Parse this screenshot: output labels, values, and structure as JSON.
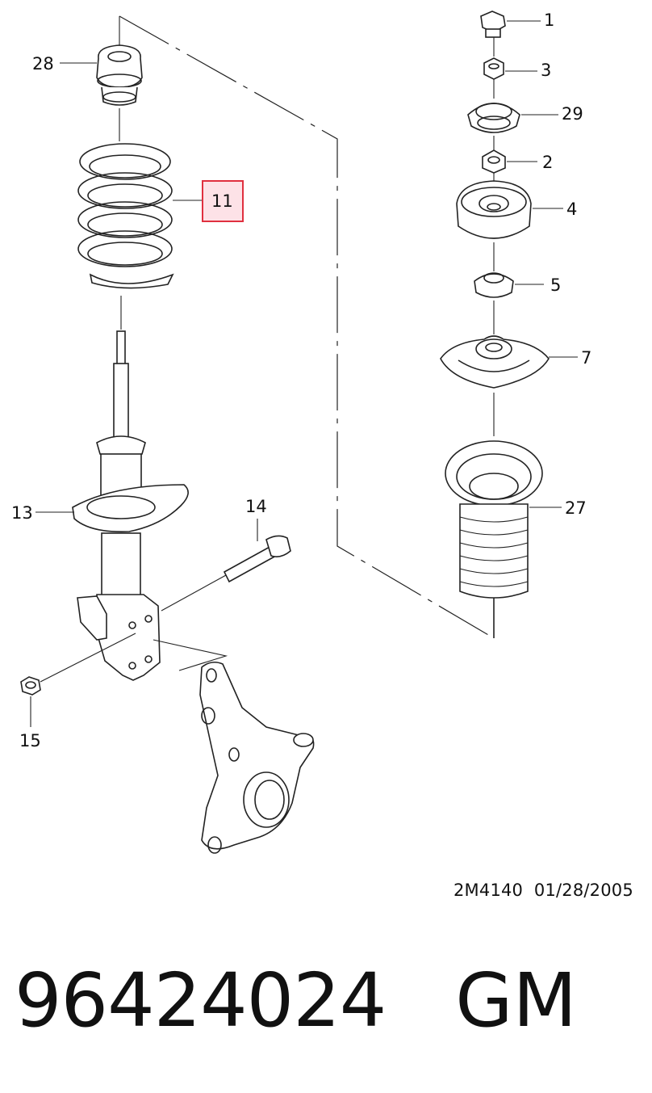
{
  "callouts": {
    "c1": "1",
    "c2": "2",
    "c3": "3",
    "c4": "4",
    "c5": "5",
    "c7": "7",
    "c11": "11",
    "c13": "13",
    "c14": "14",
    "c15": "15",
    "c27": "27",
    "c28": "28",
    "c29": "29"
  },
  "highlight": {
    "label": "11",
    "fill": "#fde2e7",
    "border": "#e0303f"
  },
  "reference": {
    "code": "2M4140",
    "date": "01/28/2005"
  },
  "footer": {
    "part_number": "96424024",
    "brand": "GM"
  }
}
